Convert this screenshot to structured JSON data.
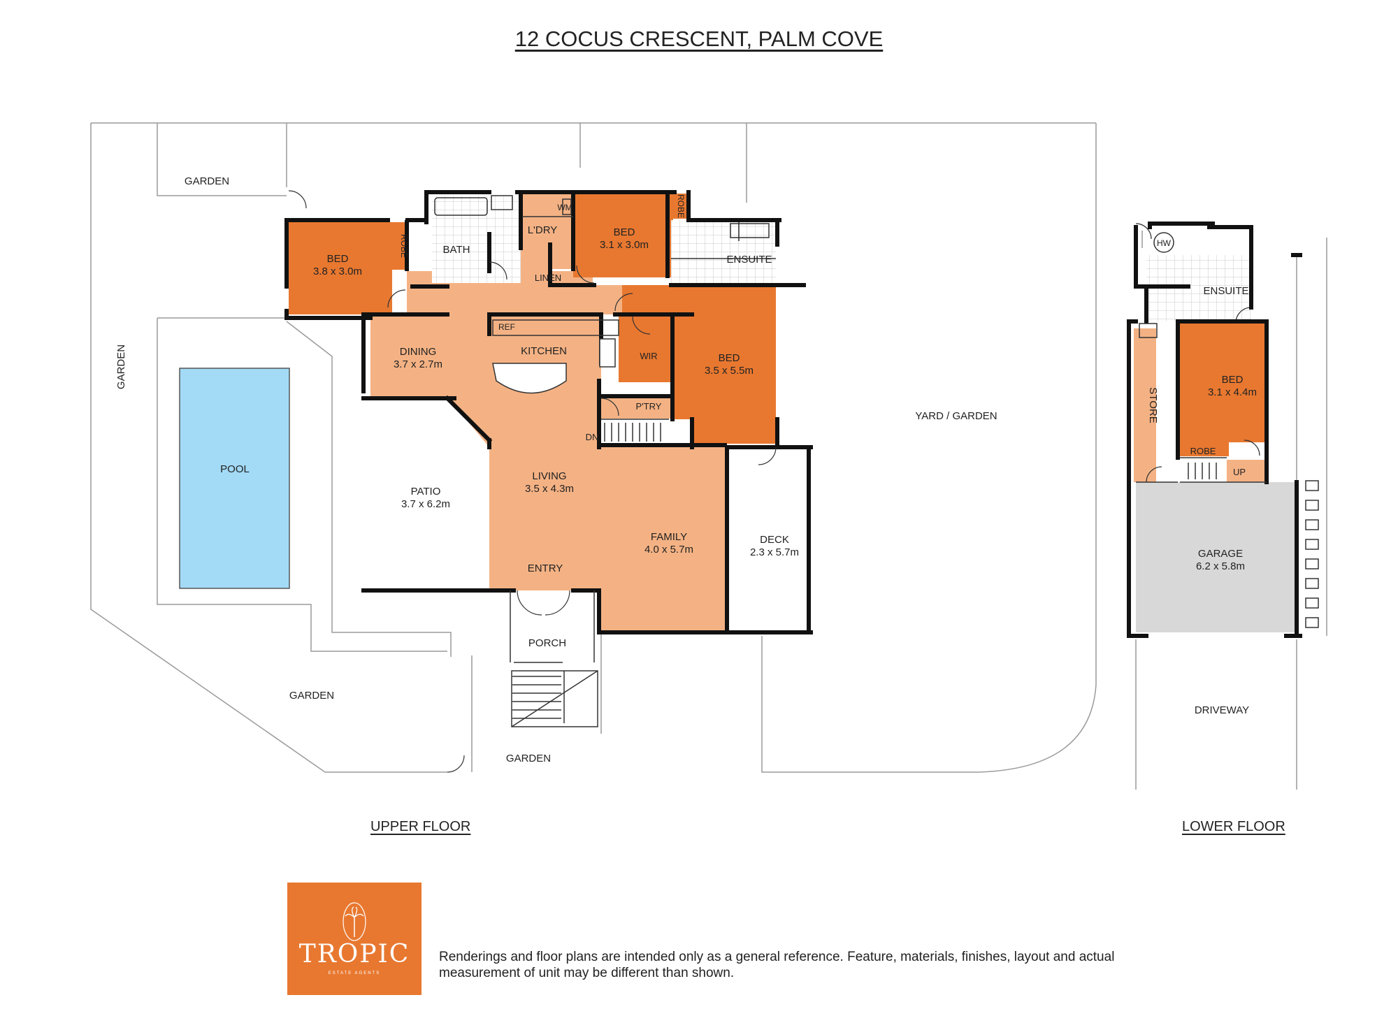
{
  "title": "12 COCUS CRESCENT, PALM COVE",
  "colors": {
    "bedroom": "#e87830",
    "living": "#f4b284",
    "pool": "#a3dbf7",
    "garage": "#d8d8d8",
    "wall": "#111111",
    "boundary": "#9a9a9a"
  },
  "upper_floor": {
    "label": "UPPER FLOOR",
    "rooms": {
      "bed1": {
        "name": "BED",
        "size": "3.8 x 3.0m"
      },
      "robe1": {
        "name": "ROBE"
      },
      "bath": {
        "name": "BATH"
      },
      "laundry": {
        "name": "L'DRY"
      },
      "wm": {
        "name": "WM"
      },
      "linen": {
        "name": "LINEN"
      },
      "bed2": {
        "name": "BED",
        "size": "3.1 x 3.0m"
      },
      "robe2": {
        "name": "ROBE"
      },
      "ensuite": {
        "name": "ENSUITE"
      },
      "dining": {
        "name": "DINING",
        "size": "3.7 x 2.7m"
      },
      "kitchen": {
        "name": "KITCHEN"
      },
      "ref": {
        "name": "REF"
      },
      "wir": {
        "name": "WIR"
      },
      "pantry": {
        "name": "P'TRY"
      },
      "bed3": {
        "name": "BED",
        "size": "3.5 x 5.5m"
      },
      "dn": {
        "name": "DN"
      },
      "living": {
        "name": "LIVING",
        "size": "3.5 x 4.3m"
      },
      "patio": {
        "name": "PATIO",
        "size": "3.7 x 6.2m"
      },
      "entry": {
        "name": "ENTRY"
      },
      "family": {
        "name": "FAMILY",
        "size": "4.0 x 5.7m"
      },
      "deck": {
        "name": "DECK",
        "size": "2.3 x 5.7m"
      },
      "porch": {
        "name": "PORCH"
      },
      "pool": {
        "name": "POOL"
      }
    },
    "outdoor": {
      "garden_nw": "GARDEN",
      "garden_west": "GARDEN",
      "garden_sw": "GARDEN",
      "garden_south": "GARDEN",
      "yard": "YARD / GARDEN"
    }
  },
  "lower_floor": {
    "label": "LOWER FLOOR",
    "rooms": {
      "hw": {
        "name": "HW"
      },
      "ensuite": {
        "name": "ENSUITE"
      },
      "store": {
        "name": "STORE"
      },
      "bed": {
        "name": "BED",
        "size": "3.1 x 4.4m"
      },
      "robe": {
        "name": "ROBE"
      },
      "up": {
        "name": "UP"
      },
      "garage": {
        "name": "GARAGE",
        "size": "6.2 x 5.8m"
      }
    },
    "outdoor": {
      "driveway": "DRIVEWAY"
    }
  },
  "logo": {
    "name": "TROPIC",
    "tagline": "ESTATE AGENTS",
    "icon": "palm-tree-icon"
  },
  "disclaimer": "Renderings and floor plans are intended only as a general reference. Feature, materials, finishes, layout and actual measurement of unit may be different than shown."
}
